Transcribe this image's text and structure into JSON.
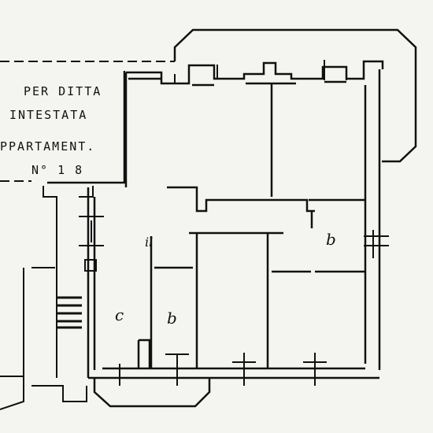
{
  "note": {
    "line1": "PER DITTA",
    "line2": "INTESTATA",
    "line3": "PPARTAMENT.",
    "line4": "N° 1 8"
  },
  "rooms": {
    "c": "c",
    "b_left": "b",
    "b_right": "b",
    "il": "il"
  },
  "colors": {
    "paper": "#f4f4f1",
    "ink": "#111111"
  }
}
